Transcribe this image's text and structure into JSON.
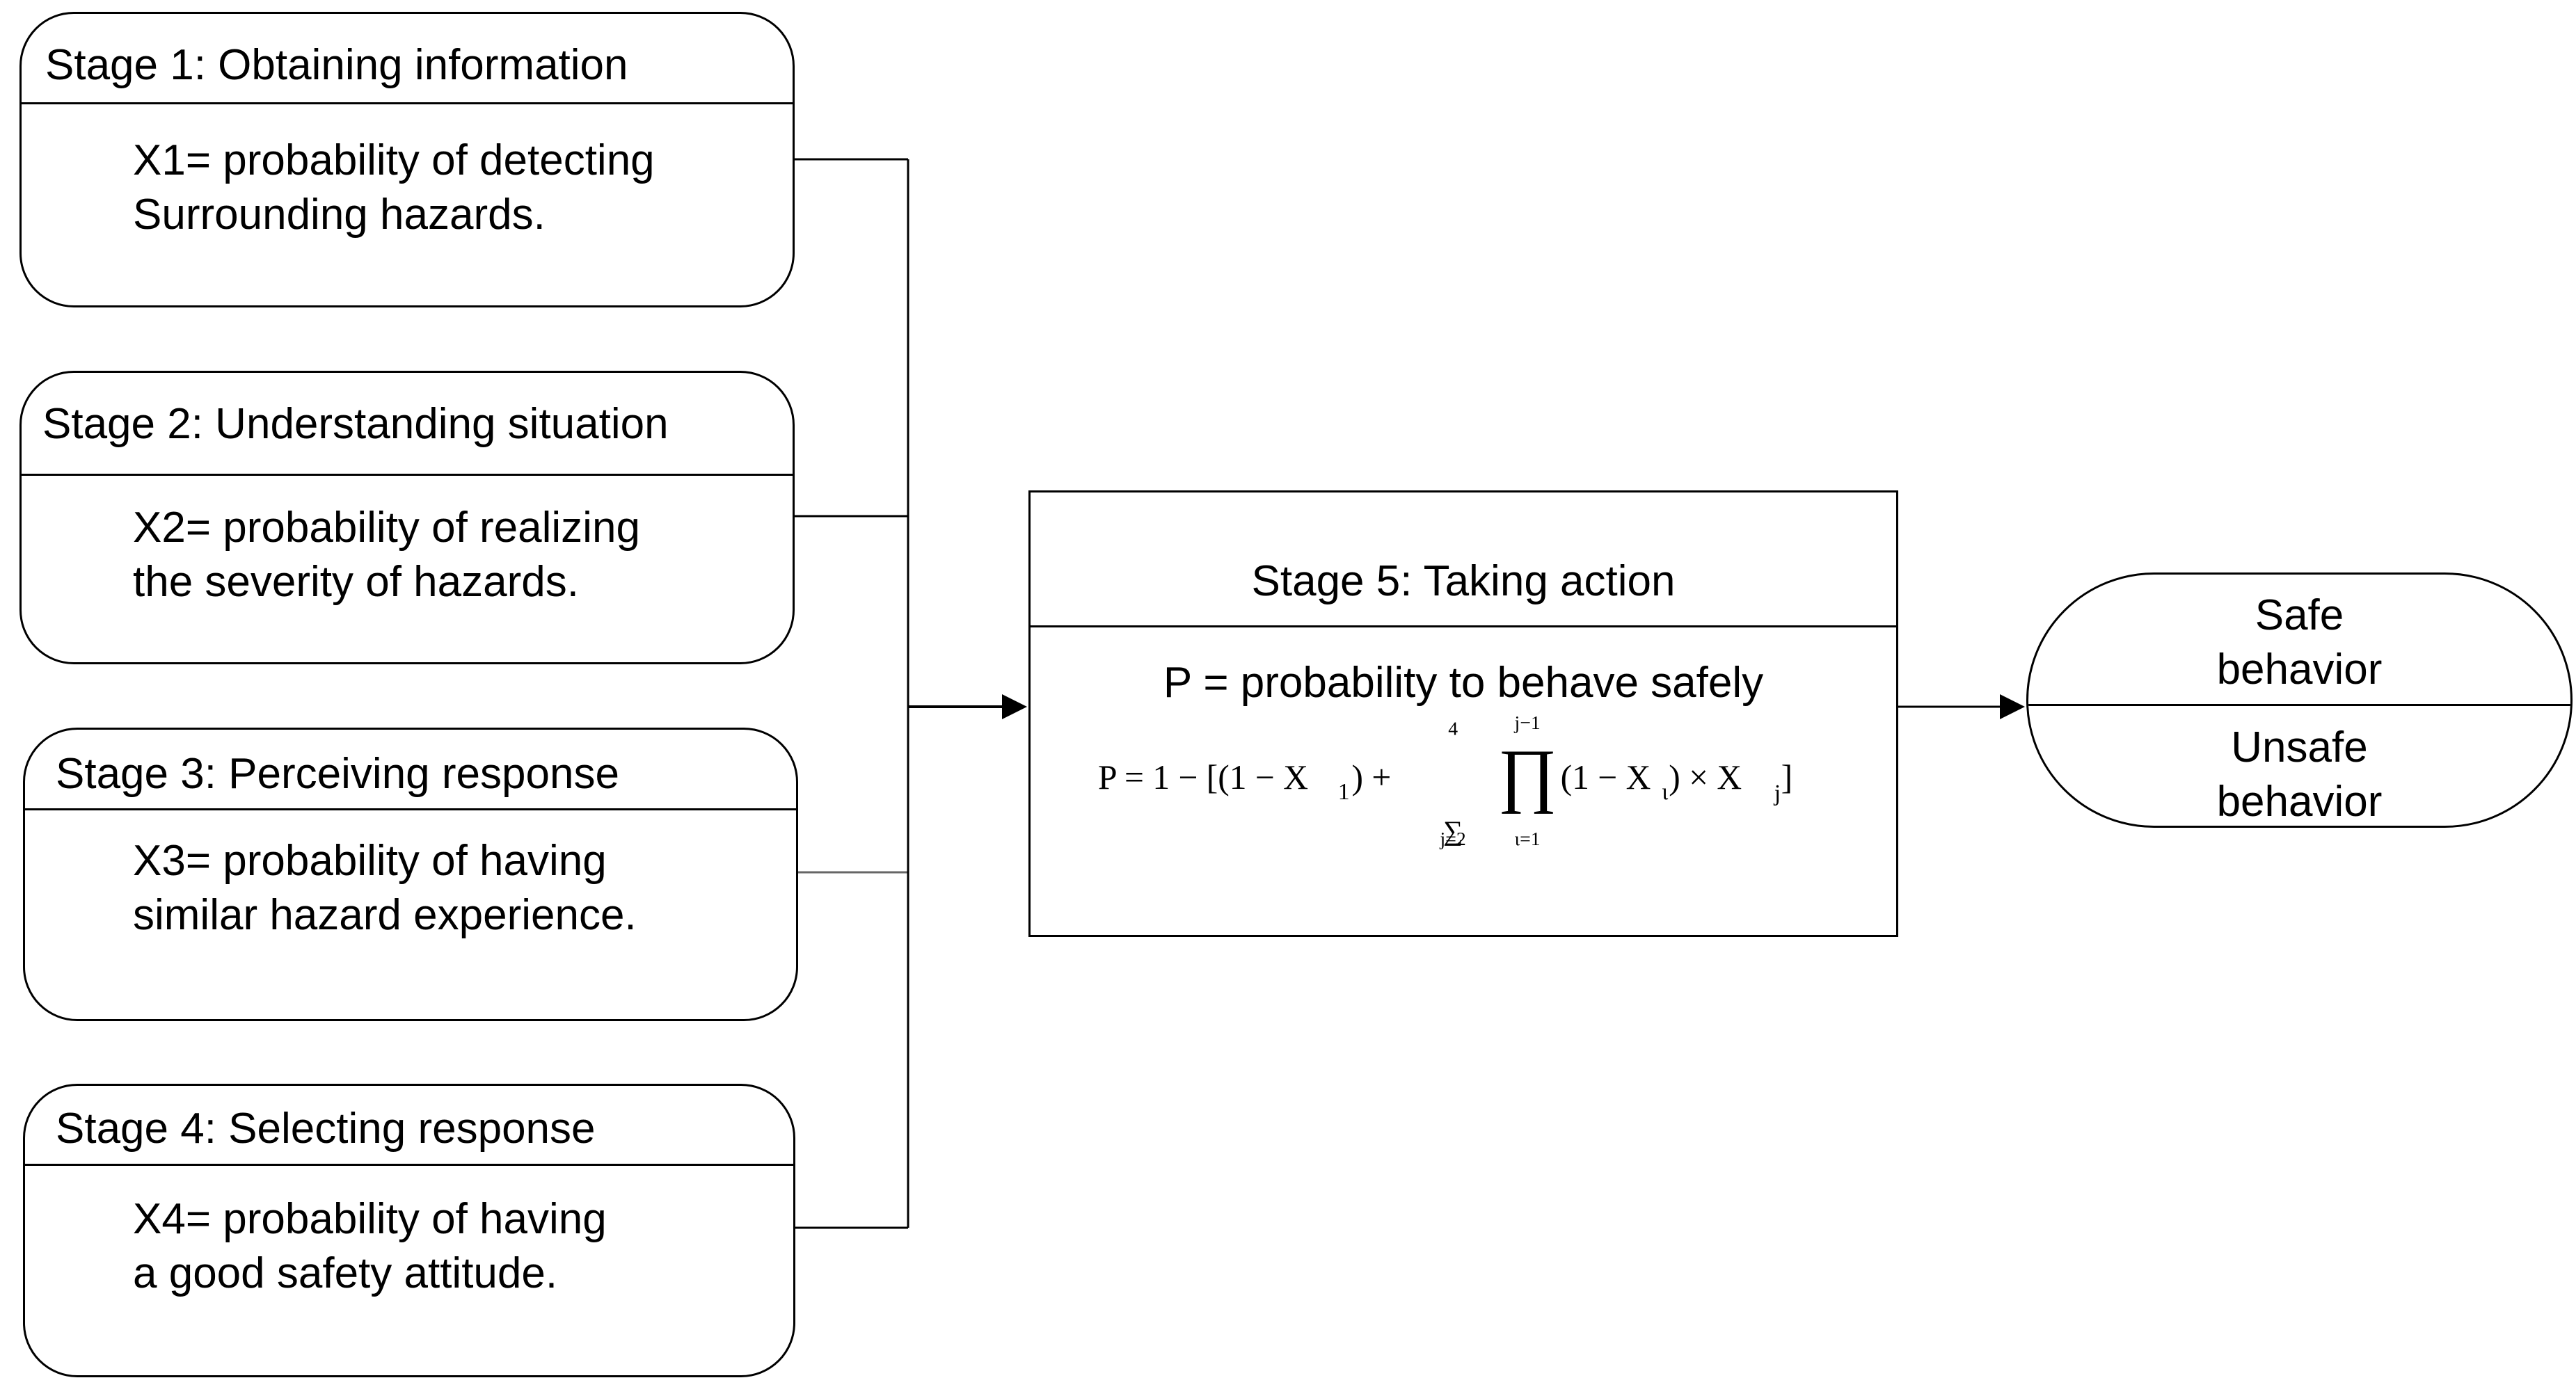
{
  "stages": [
    {
      "title": "Stage 1: Obtaining information",
      "body": [
        "X1= probability of detecting",
        "Surrounding hazards."
      ]
    },
    {
      "title": "Stage 2: Understanding situation",
      "body": [
        "X2= probability of realizing",
        "the severity of hazards."
      ]
    },
    {
      "title": "Stage 3: Perceiving response",
      "body": [
        "X3= probability of having",
        "similar hazard experience."
      ]
    },
    {
      "title": "Stage 4: Selecting response",
      "body": [
        "X4= probability of having",
        "a good safety attitude."
      ]
    }
  ],
  "stage5": {
    "title": "Stage 5: Taking action",
    "description": "P = probability to behave safely",
    "formula": {
      "lhs": "P = 1 − [(1 − X",
      "sub1": "1",
      "plus": ") +",
      "sum_upper": "4",
      "sum_lower": "j=2",
      "prod_upper": "j−1",
      "prod_lower": "ι=1",
      "term": "(1 − X",
      "sub_i": "ι",
      "times": ")  × X",
      "sub_j": "j",
      "close": " ]"
    }
  },
  "outcome": {
    "safe": [
      "Safe",
      "behavior"
    ],
    "unsafe": [
      "Unsafe",
      "behavior"
    ]
  }
}
